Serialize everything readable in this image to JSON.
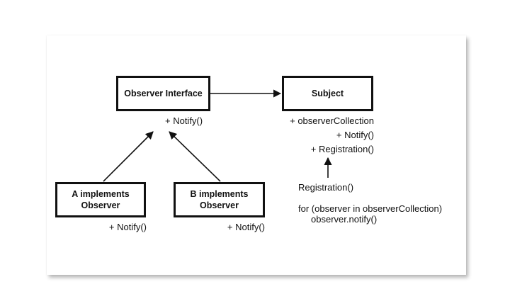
{
  "nodes": {
    "observer_interface": {
      "label": "Observer Interface",
      "method": "+ Notify()"
    },
    "subject": {
      "label": "Subject",
      "fields": [
        "+ observerCollection",
        "+ Notify()",
        "+ Registration()"
      ]
    },
    "a_observer": {
      "label_line1": "A implements",
      "label_line2": "Observer",
      "method": "+ Notify()"
    },
    "b_observer": {
      "label_line1": "B implements",
      "label_line2": "Observer",
      "method": "+ Notify()"
    }
  },
  "note": {
    "title": "Registration()",
    "line1": "for (observer in observerCollection)",
    "line2": "observer.notify()"
  }
}
